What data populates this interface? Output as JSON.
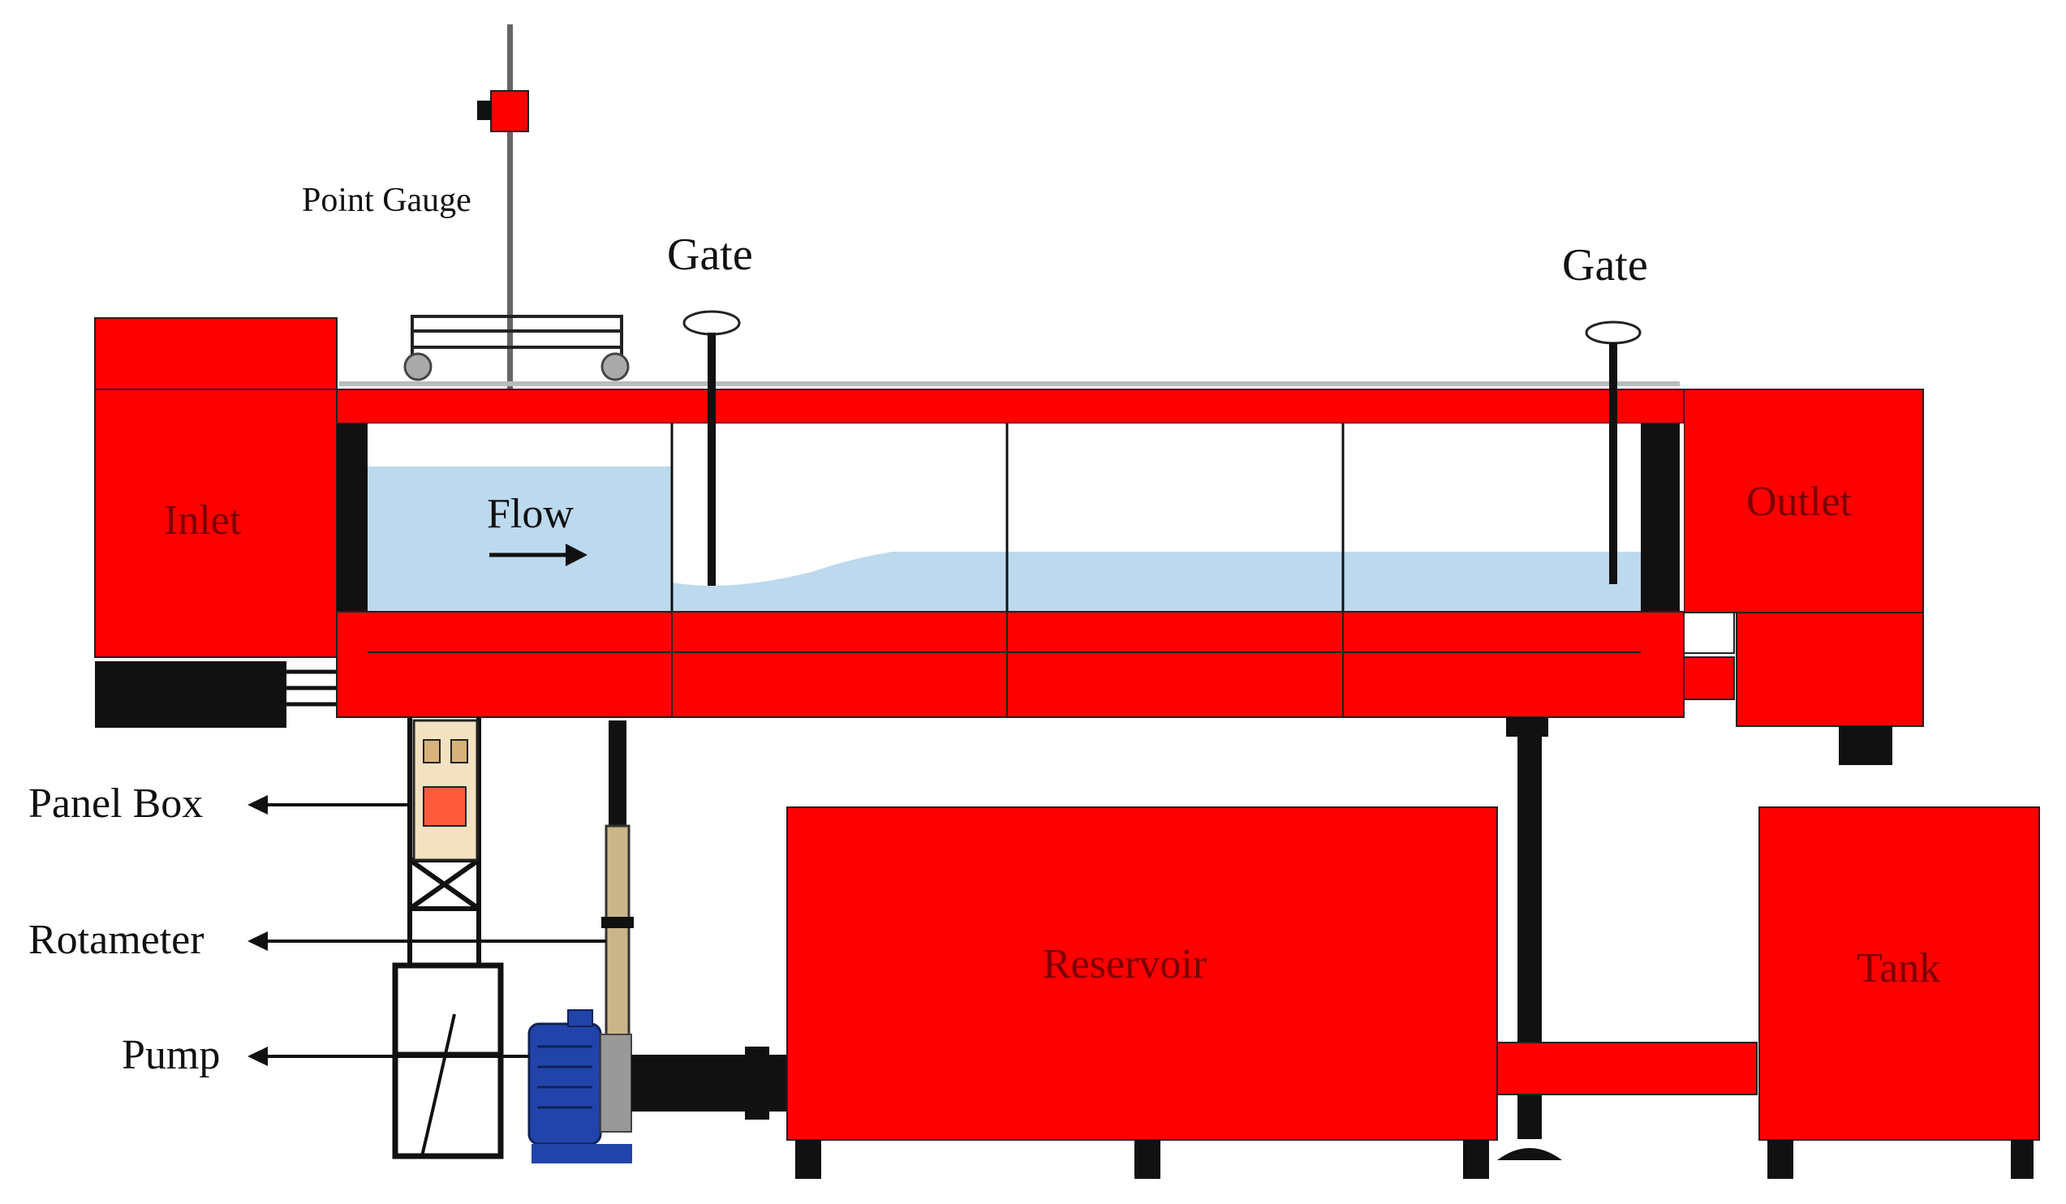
{
  "labels": {
    "point_gauge": "Point Gauge",
    "gate_left": "Gate",
    "gate_right": "Gate",
    "inlet": "Inlet",
    "outlet": "Outlet",
    "flow": "Flow",
    "panel_box": "Panel Box",
    "rotameter": "Rotameter",
    "pump": "Pump",
    "reservoir": "Reservoir",
    "tank": "Tank"
  },
  "colors": {
    "body_red": "#ff0000",
    "water": "#bcd9ee",
    "steel": "#111111",
    "pump_blue": "#2244aa",
    "rail_gray": "#cccccc"
  }
}
